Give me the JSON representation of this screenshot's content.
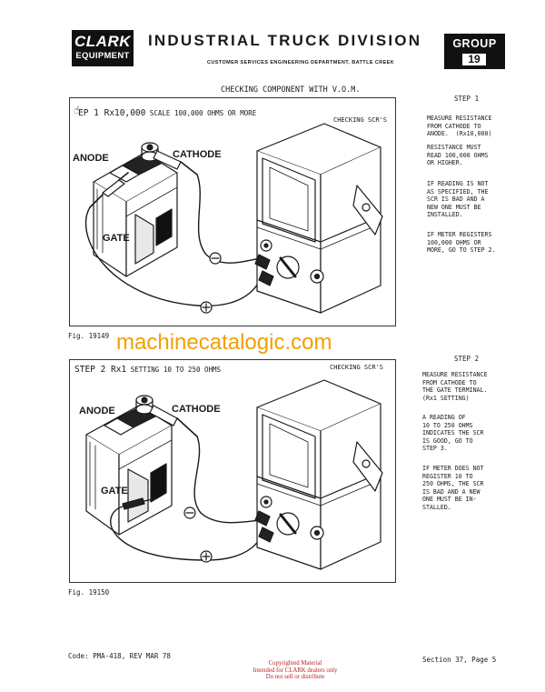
{
  "header": {
    "logo_line1": "CLARK",
    "logo_line2": "EQUIPMENT",
    "division": "INDUSTRIAL TRUCK DIVISION",
    "subdept": "CUSTOMER SERVICES ENGINEERING DEPARTMENT, BATTLE CREEK",
    "group_label": "GROUP",
    "group_number": "19"
  },
  "doc_title": "CHECKING COMPONENT WITH V.O.M.",
  "figures": [
    {
      "step_big": "EP 1  Rx10,000",
      "step_small": " SCALE  100,000 OHMS OR MORE",
      "check": "CHECKING SCR'S",
      "anode": "ANODE",
      "cathode": "CATHODE",
      "gate": "GATE",
      "fig_no": "Fig. 19149"
    },
    {
      "step_big": "STEP 2  Rx1",
      "step_small": " SETTING 10 TO 250 OHMS",
      "check": "CHECKING SCR'S",
      "anode": "ANODE",
      "cathode": "CATHODE",
      "gate": "GATE",
      "fig_no": "Fig. 19150"
    }
  ],
  "steps": [
    {
      "heading": "STEP 1",
      "paragraphs": [
        "MEASURE RESISTANCE\nFROM CATHODE TO\nANODE.  (Rx10,000)",
        "RESISTANCE MUST\nREAD 100,000 OHMS\nOR HIGHER.",
        "IF READING IS NOT\nAS SPECIFIED, THE\nSCR IS BAD AND A\nNEW ONE MUST BE\nINSTALLED.",
        "IF METER REGISTERS\n100,000 OHMS OR\nMORE, GO TO STEP 2."
      ]
    },
    {
      "heading": "STEP 2",
      "paragraphs": [
        "MEASURE RESISTANCE\nFROM CATHODE TO\nTHE GATE TERMINAL.\n(Rx1 SETTING)",
        "A READING OF\n10 TO 250 OHMS\nINDICATES THE SCR\nIS GOOD, GO TO\nSTEP 3.",
        "IF METER DOES NOT\nREGISTER 10 TO\n250 OHMS, THE SCR\nIS BAD AND A NEW\nONE MUST BE IN-\nSTALLED."
      ]
    }
  ],
  "watermark": "machinecatalogic.com",
  "footer": {
    "code": "Code: PMA-418, REV MAR 78",
    "section": "Section 37, Page 5",
    "copyright_line1": "Copyrighted Material",
    "copyright_line2": "Intended for CLARK dealers only",
    "copyright_line3": "Do not sell or distribute"
  }
}
